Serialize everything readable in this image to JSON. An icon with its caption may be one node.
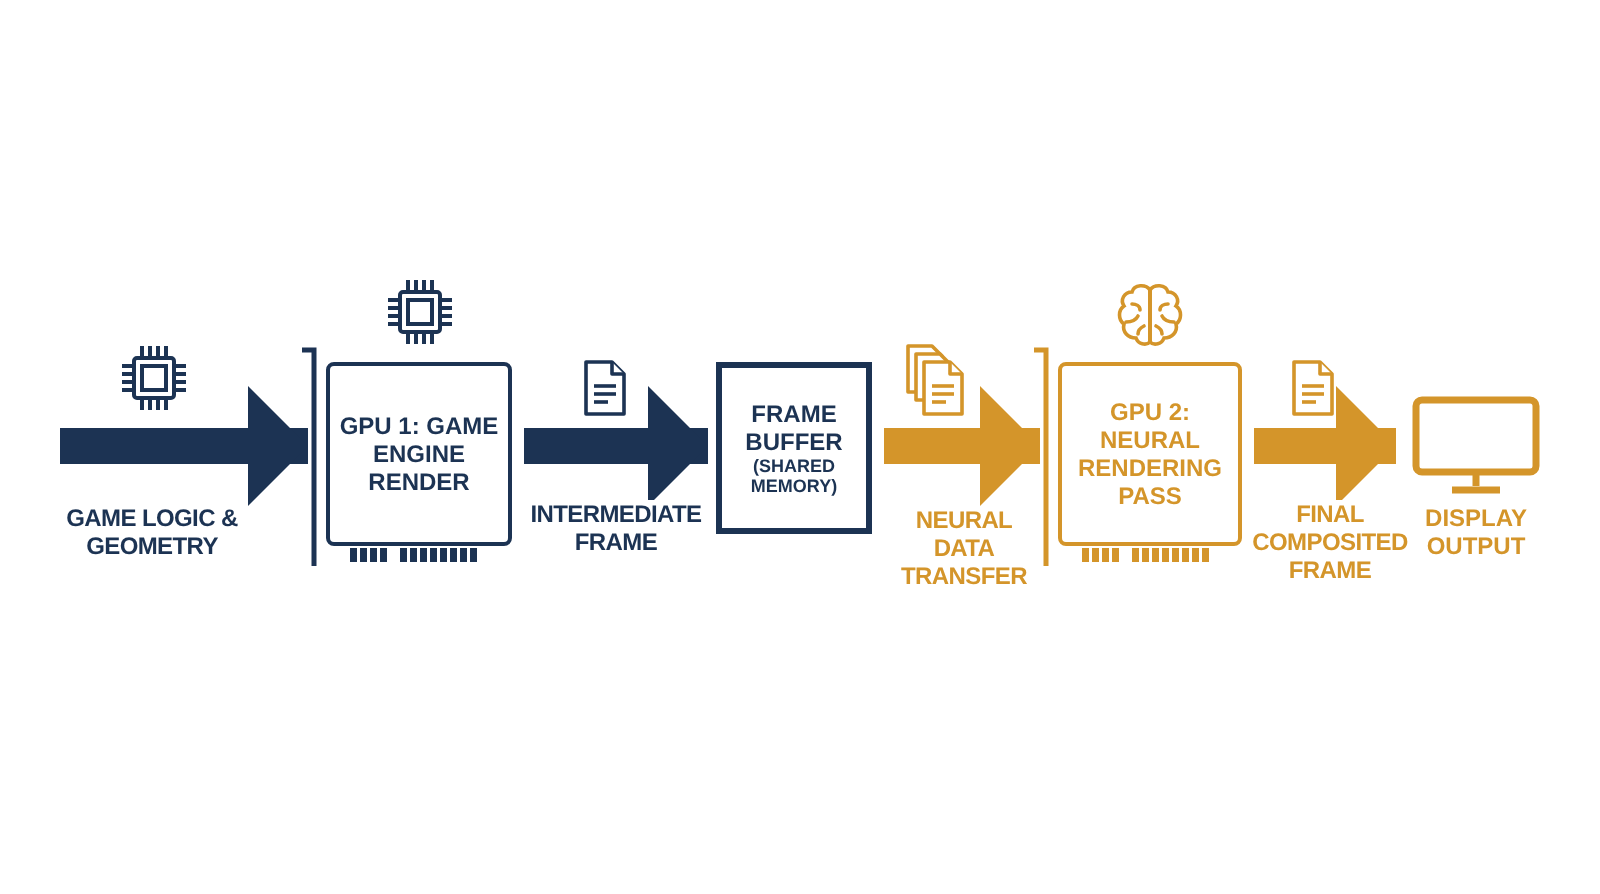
{
  "diagram": {
    "nodes": [
      {
        "text": [
          "GPU 1: GAME ENGINE RENDER"
        ]
      },
      {
        "text": [
          "FRAME BUFFER",
          "(SHARED MEMORY)"
        ]
      },
      {
        "text": [
          "GPU 2: NEURAL RENDERING PASS"
        ]
      },
      {
        "text": [
          "DISPLAY OUTPUT"
        ]
      }
    ],
    "edges": [
      {
        "from": null,
        "to": 0,
        "arrow": "to",
        "label": "GAME LOGIC & GEOMETRY"
      },
      {
        "from": 0,
        "to": 1,
        "arrow": "to",
        "label": "INTERMEDIATE FRAME"
      },
      {
        "from": 1,
        "to": 2,
        "arrow": "to",
        "label": "NEURAL DATA TRANSFER",
        "color": "#d4952a"
      },
      {
        "from": 2,
        "to": 3,
        "arrow": "to",
        "label": "FINAL COMPOSITED FRAME",
        "color": "#d4952a"
      }
    ]
  }
}
